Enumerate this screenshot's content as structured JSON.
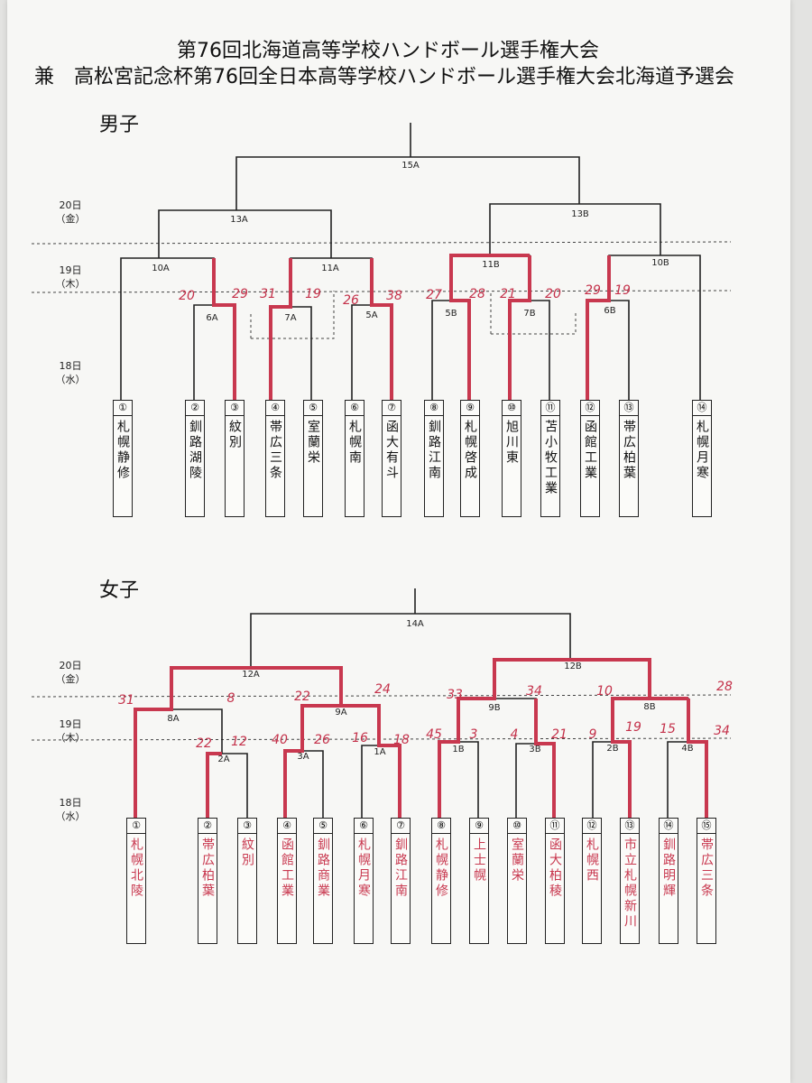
{
  "title": {
    "line1": "第76回北海道高等学校ハンドボール選手権大会",
    "line2": "兼　高松宮記念杯第76回全日本高等学校ハンドボール選手権大会北海道予選会"
  },
  "boys": {
    "label": "男子",
    "teams": [
      {
        "seed": "①",
        "name": "札幌静修"
      },
      {
        "seed": "②",
        "name": "釧路湖陵"
      },
      {
        "seed": "③",
        "name": "紋別"
      },
      {
        "seed": "④",
        "name": "帯広三条"
      },
      {
        "seed": "⑤",
        "name": "室蘭栄"
      },
      {
        "seed": "⑥",
        "name": "札幌南"
      },
      {
        "seed": "⑦",
        "name": "函大有斗"
      },
      {
        "seed": "⑧",
        "name": "釧路江南"
      },
      {
        "seed": "⑨",
        "name": "札幌啓成"
      },
      {
        "seed": "⑩",
        "name": "旭川東"
      },
      {
        "seed": "⑪",
        "name": "苫小牧工業"
      },
      {
        "seed": "⑫",
        "name": "函館工業"
      },
      {
        "seed": "⑬",
        "name": "帯広柏葉"
      },
      {
        "seed": "⑭",
        "name": "札幌月寒"
      }
    ],
    "days": [
      {
        "date": "20日",
        "weekday": "（金）"
      },
      {
        "date": "19日",
        "weekday": "（木）"
      },
      {
        "date": "18日",
        "weekday": "（水）"
      }
    ],
    "games": [
      "5A",
      "5B",
      "6A",
      "6B",
      "7A",
      "7B",
      "10A",
      "11A",
      "11B",
      "10B",
      "13A",
      "13B",
      "15A"
    ],
    "scores": [
      "20",
      "29",
      "31",
      "19",
      "26",
      "38",
      "27",
      "28",
      "21",
      "20",
      "29",
      "19"
    ]
  },
  "girls": {
    "label": "女子",
    "teams": [
      {
        "seed": "①",
        "name": "札幌北陵"
      },
      {
        "seed": "②",
        "name": "帯広柏葉"
      },
      {
        "seed": "③",
        "name": "紋別"
      },
      {
        "seed": "④",
        "name": "函館工業"
      },
      {
        "seed": "⑤",
        "name": "釧路商業"
      },
      {
        "seed": "⑥",
        "name": "札幌月寒"
      },
      {
        "seed": "⑦",
        "name": "釧路江南"
      },
      {
        "seed": "⑧",
        "name": "札幌静修"
      },
      {
        "seed": "⑨",
        "name": "上士幌"
      },
      {
        "seed": "⑩",
        "name": "室蘭栄"
      },
      {
        "seed": "⑪",
        "name": "函大柏稜"
      },
      {
        "seed": "⑫",
        "name": "札幌西"
      },
      {
        "seed": "⑬",
        "name": "市立札幌新川"
      },
      {
        "seed": "⑭",
        "name": "釧路明輝"
      },
      {
        "seed": "⑮",
        "name": "帯広三条"
      }
    ],
    "days": [
      {
        "date": "20日",
        "weekday": "（金）"
      },
      {
        "date": "19日",
        "weekday": "（木）"
      },
      {
        "date": "18日",
        "weekday": "（水）"
      }
    ],
    "games": [
      "2A",
      "3A",
      "1A",
      "1B",
      "3B",
      "2B",
      "4B",
      "8A",
      "9A",
      "9B",
      "8B",
      "12A",
      "12B",
      "14A"
    ],
    "scores": [
      "22",
      "12",
      "40",
      "26",
      "16",
      "18",
      "45",
      "3",
      "4",
      "21",
      "9",
      "19",
      "15",
      "34",
      "31",
      "8",
      "22",
      "24",
      "33",
      "34",
      "10",
      "28"
    ]
  },
  "colors": {
    "winner_line": "#c8384f",
    "score_ink": "#c4314a",
    "line": "#222222"
  }
}
